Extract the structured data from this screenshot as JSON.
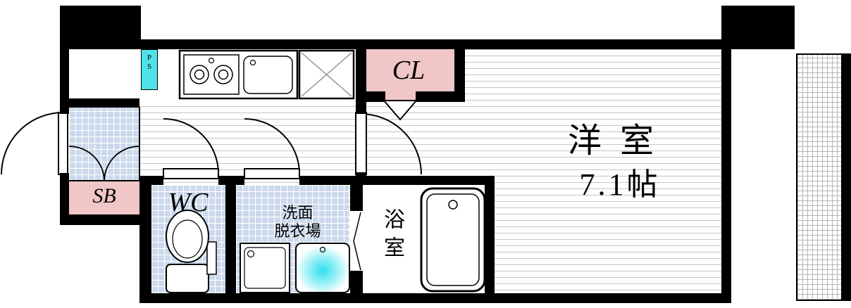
{
  "floorplan": {
    "rooms": {
      "main_room": {
        "name": "洋室",
        "size": "7.1帖"
      },
      "closet": {
        "label": "CL"
      },
      "bath": {
        "label": "浴室"
      },
      "washroom": {
        "line1": "洗面",
        "line2": "脱衣場"
      },
      "toilet": {
        "label": "WC"
      },
      "shoe_box": {
        "label": "SB"
      },
      "pipe_space": {
        "line1": "P",
        "line2": "S"
      }
    },
    "fixtures": {
      "kitchen": "gas-stove-and-sink",
      "refrigerator_space": "crossed-square",
      "toilet": "toilet-top-view",
      "washroom": "washing-machine-and-vanity-sink",
      "bath": "bathtub-top-view"
    },
    "colors": {
      "wall": "#000000",
      "closet_fill": "#f0c6c6",
      "shoe_box_fill": "#f0c6c6",
      "pipe_space_fill": "#4ee2e8",
      "tile_fill": "#ccd9ec",
      "tile_line": "#ffffff",
      "floor_line": "#c4c4c4",
      "balcony_line": "#b5b5b5",
      "vanity_glow": "#2fe0ee"
    }
  }
}
